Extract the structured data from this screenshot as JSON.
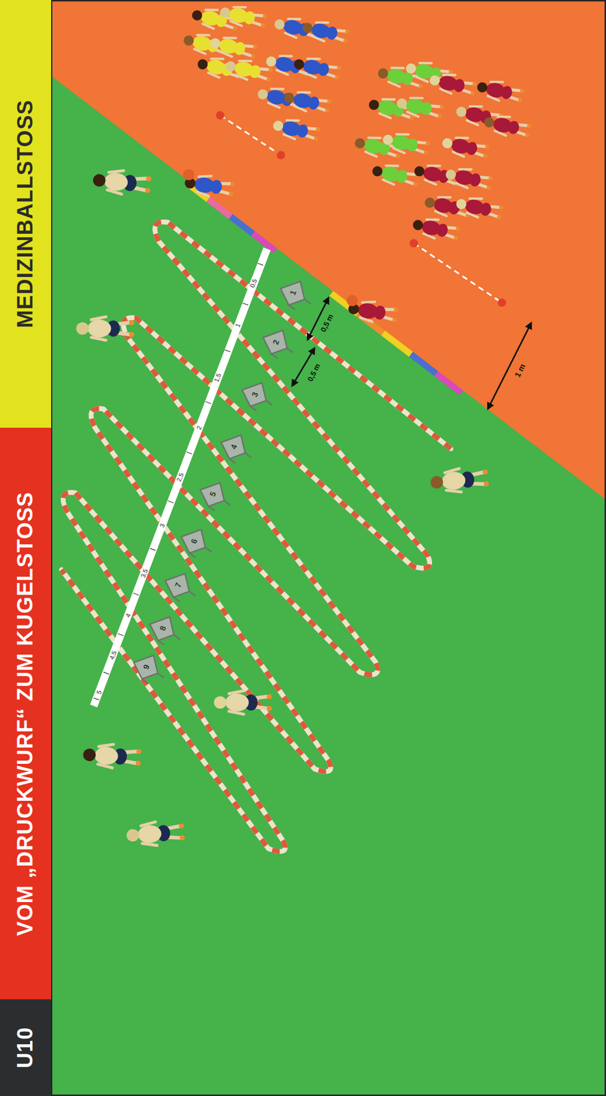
{
  "diagram": {
    "title": "VOM „DRUCKWURF“ ZUM KUGELSTOSS",
    "nodes": [
      {
        "text": [
          "U10"
        ]
      },
      {
        "text": [
          "MEDIZINBALLSTOSS"
        ]
      }
    ],
    "labels": [
      "1",
      "2",
      "3",
      "4",
      "5",
      "6",
      "7",
      "8",
      "9",
      "0,5",
      "1",
      "1,5",
      "2",
      "2,5",
      "3",
      "3,5",
      "4",
      "4,5",
      "5",
      "0,5 m",
      "0,5 m",
      "1 m"
    ]
  }
}
